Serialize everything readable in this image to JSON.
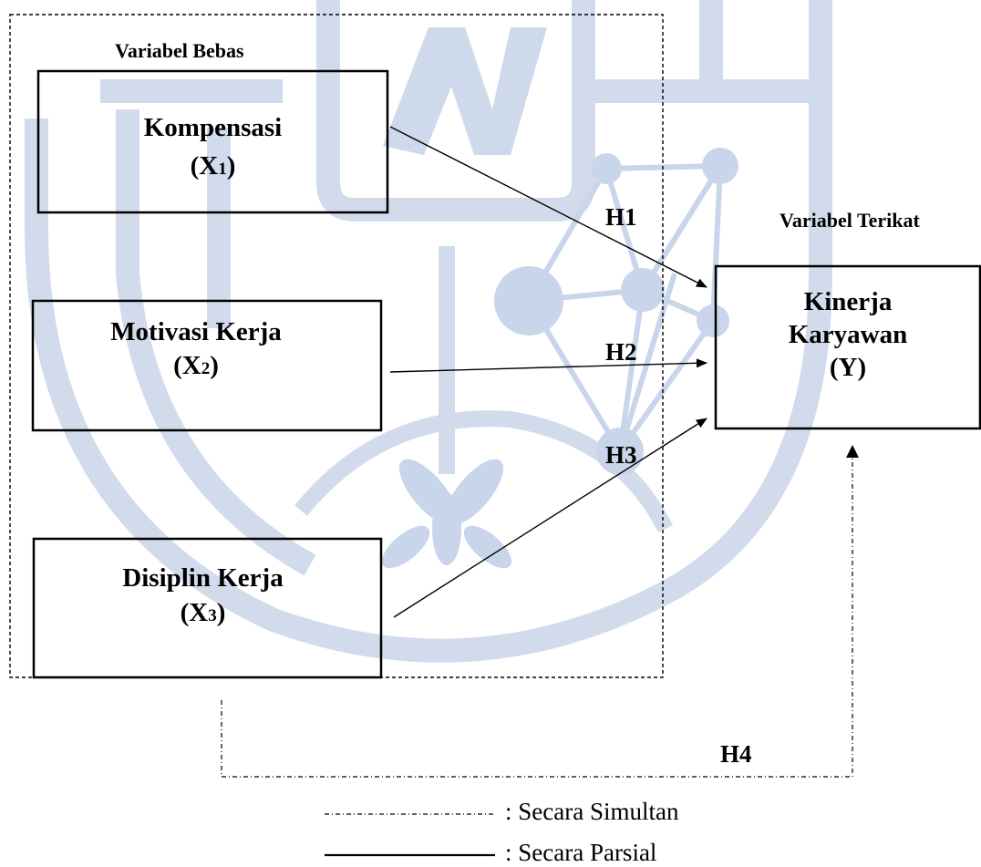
{
  "groups": {
    "independent_label": "Variabel Bebas",
    "dependent_label": "Variabel Terikat"
  },
  "nodes": {
    "x1": {
      "name": "Kompensasi",
      "code_open": "(X",
      "code_sub": "1",
      "code_close": ")"
    },
    "x2": {
      "name": "Motivasi Kerja",
      "code_open": "(X",
      "code_sub": "2",
      "code_close": ")"
    },
    "x3": {
      "name": "Disiplin Kerja",
      "code_open": "(X",
      "code_sub": "3",
      "code_close": ")"
    },
    "y": {
      "line1": "Kinerja",
      "line2": "Karyawan",
      "line3": "(Y)"
    }
  },
  "hypotheses": {
    "h1": "H1",
    "h2": "H2",
    "h3": "H3",
    "h4": "H4"
  },
  "legend": {
    "simultaneous": ": Secara Simultan",
    "partial": ": Secara Parsial"
  },
  "colors": {
    "watermark": "#c9d5ea",
    "ink": "#000000",
    "background": "#ffffff"
  }
}
